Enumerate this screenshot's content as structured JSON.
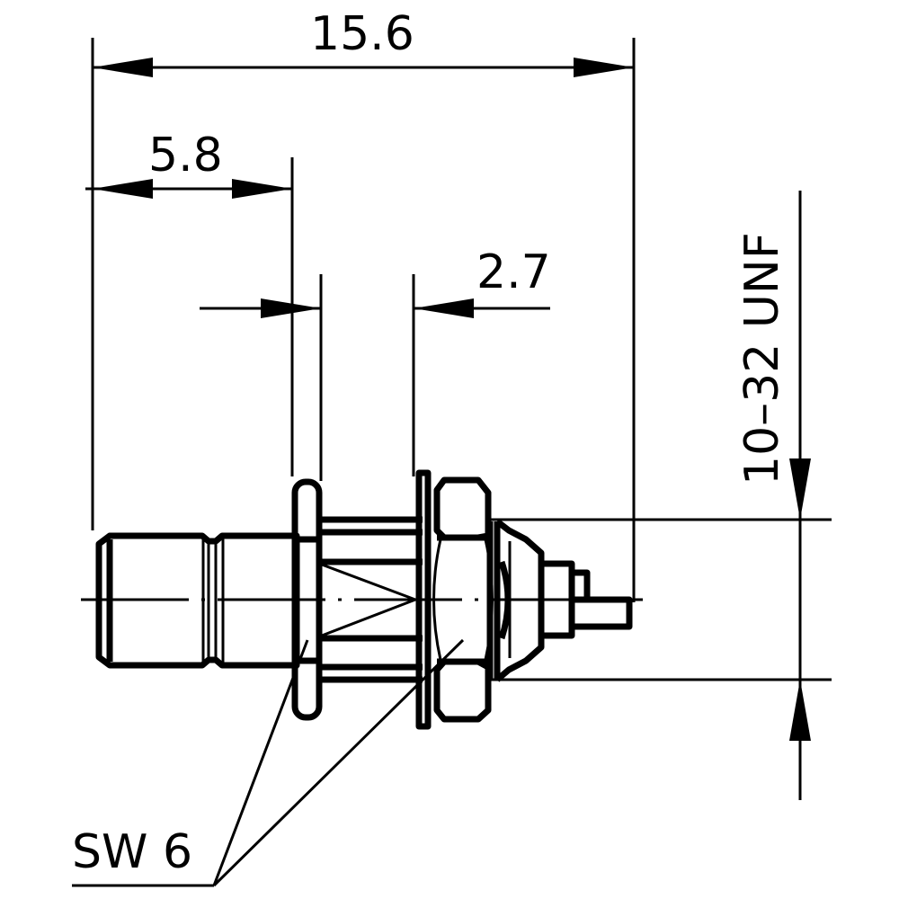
{
  "drawing": {
    "type": "technical-drawing",
    "subject": "bulkhead connector side view",
    "line_color": "#000000",
    "background": "#ffffff"
  },
  "dimensions": {
    "overall_length": "15.6",
    "front_length": "5.8",
    "flange_spacing": "2.7",
    "thread": "10–32 UNF",
    "wrench_size": "SW 6"
  }
}
